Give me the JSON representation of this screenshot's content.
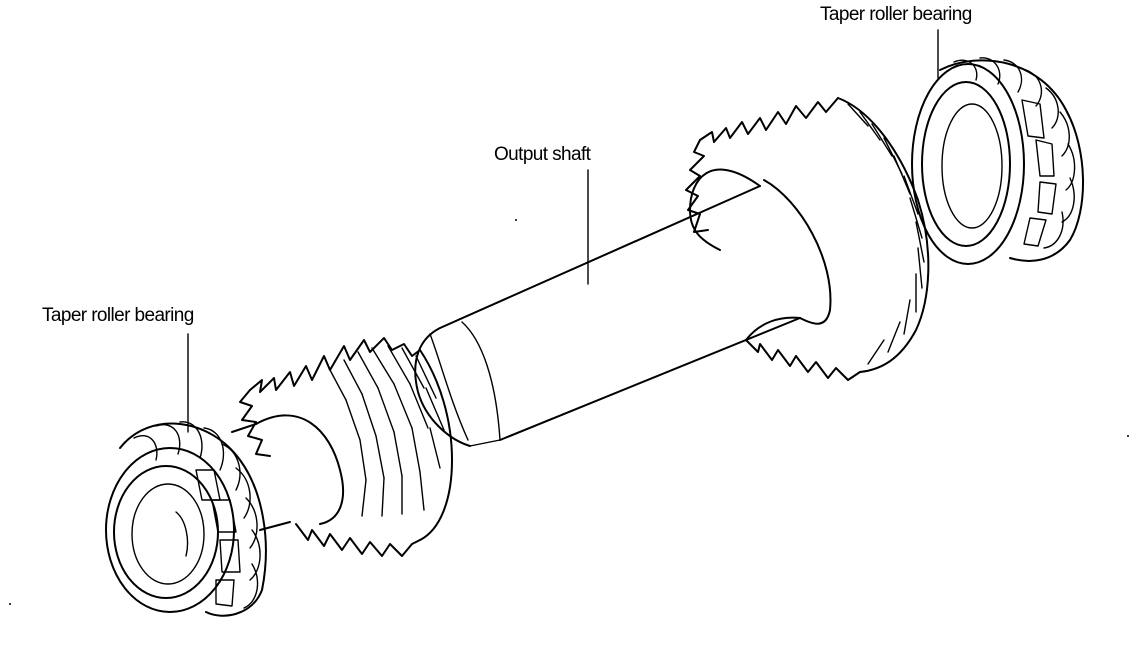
{
  "labels": {
    "top_bearing": "Taper roller bearing",
    "output_shaft": "Output shaft",
    "left_bearing": "Taper roller bearing"
  },
  "colors": {
    "ink": "#000000",
    "background": "#ffffff"
  }
}
